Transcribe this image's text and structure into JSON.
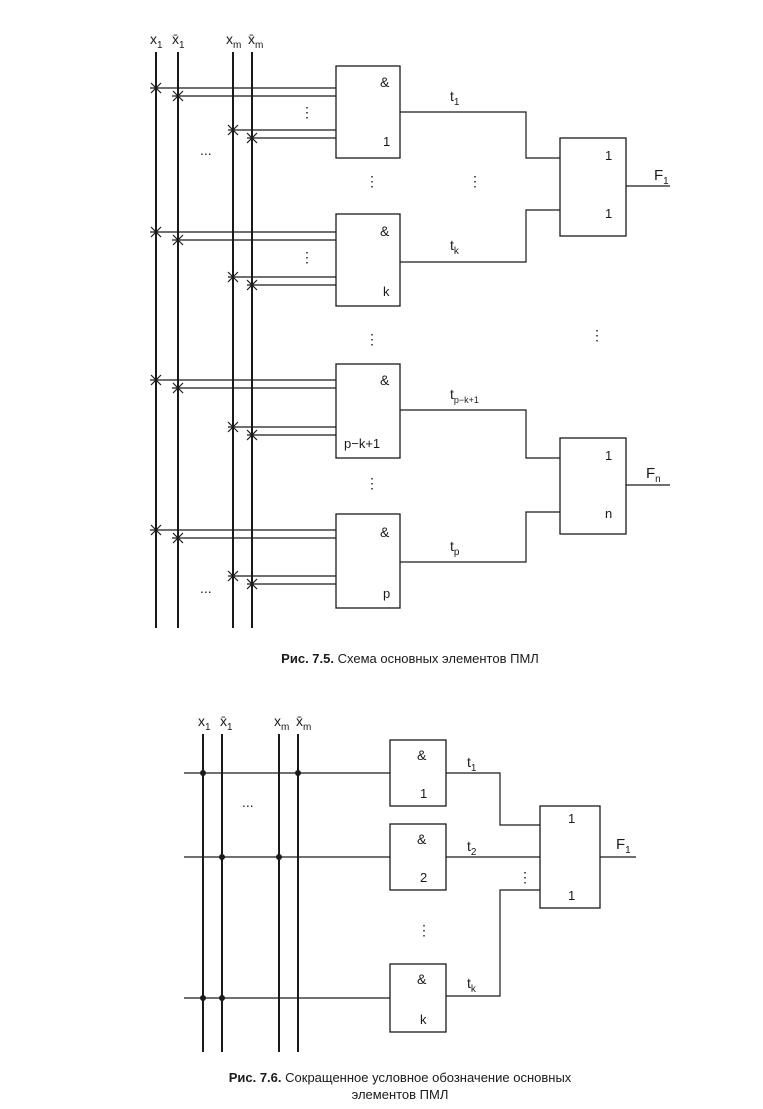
{
  "fig75": {
    "inputs": [
      "x",
      "x̄",
      "x",
      "x̄"
    ],
    "inputs_sub": [
      "1",
      "1",
      "m",
      "m"
    ],
    "and_symbol": "&",
    "and_gates": [
      {
        "label": "1",
        "out": "t",
        "out_sub": "1"
      },
      {
        "label": "k",
        "out": "t",
        "out_sub": "k"
      },
      {
        "label": "p−k+1",
        "out": "t",
        "out_sub": "p−k+1"
      },
      {
        "label": "p",
        "out": "t",
        "out_sub": "p"
      }
    ],
    "or_gates": [
      {
        "top": "1",
        "bottom": "1",
        "out": "F",
        "out_sub": "1"
      },
      {
        "top": "1",
        "bottom": "n",
        "out": "F",
        "out_sub": "n"
      }
    ],
    "dots_h": "...",
    "dots_v": "⋮",
    "caption_num": "Рис. 7.5.",
    "caption_text": "Схема основных элементов ПМЛ"
  },
  "fig76": {
    "inputs": [
      "x",
      "x̄",
      "x",
      "x̄"
    ],
    "inputs_sub": [
      "1",
      "1",
      "m",
      "m"
    ],
    "and_symbol": "&",
    "and_gates": [
      {
        "label": "1",
        "out": "t",
        "out_sub": "1"
      },
      {
        "label": "2",
        "out": "t",
        "out_sub": "2"
      },
      {
        "label": "k",
        "out": "t",
        "out_sub": "k"
      }
    ],
    "or_gate": {
      "top": "1",
      "bottom": "1",
      "out": "F",
      "out_sub": "1"
    },
    "dots_h": "...",
    "dots_v": "⋮",
    "caption_num": "Рис. 7.6.",
    "caption_line1": "Сокращенное условное обозначение основных",
    "caption_line2": "элементов ПМЛ"
  }
}
